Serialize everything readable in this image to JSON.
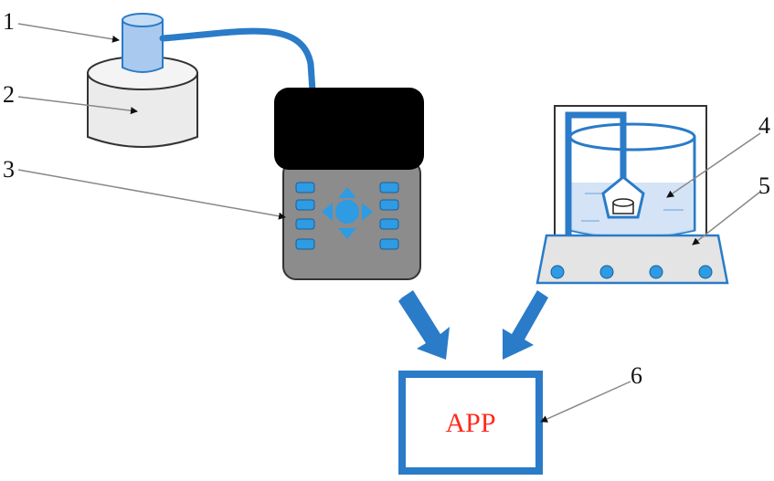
{
  "callouts": [
    {
      "id": "1",
      "label": "1"
    },
    {
      "id": "2",
      "label": "2"
    },
    {
      "id": "3",
      "label": "3"
    },
    {
      "id": "4",
      "label": "4"
    },
    {
      "id": "5",
      "label": "5"
    },
    {
      "id": "6",
      "label": "6"
    }
  ],
  "app_box": {
    "label": "APP"
  },
  "colors": {
    "accent_blue": "#2a7bc8",
    "light_blue": "#a9c9ee",
    "app_text": "#ff2a1a",
    "device_body": "#8c8c8c",
    "device_screen": "#000000",
    "button_blue": "#2e9be3",
    "base_gray": "#e4e4e4"
  }
}
